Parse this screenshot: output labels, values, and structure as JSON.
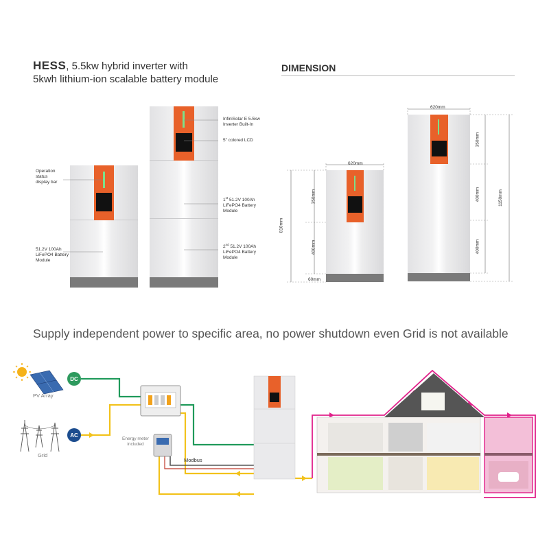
{
  "header": {
    "brand": "HESS",
    "line1": ", 5.5kw hybrid inverter with",
    "line2": "5kwh lithium-ion scalable battery module",
    "dimension_title": "DIMENSION"
  },
  "callouts": {
    "operation": [
      "Operation",
      "status",
      "display bar"
    ],
    "inverter": [
      "InfiniSolar E 5.5kw",
      "Inverter Built-In"
    ],
    "lcd": "5\" colored LCD",
    "battery_single": [
      "51.2V 100Ah",
      "LiFePO4 Battery",
      "Module"
    ],
    "battery_1st": {
      "ord": "1",
      "sup": "st",
      "rest": " 51.2V 100Ah",
      "l2": "LiFePO4 Battery",
      "l3": "Module"
    },
    "battery_2nd": {
      "ord": "2",
      "sup": "nd",
      "rest": " 51.2V 100Ah",
      "l2": "LiFePO4 Battery",
      "l3": "Module"
    }
  },
  "dimensions": {
    "small_width": "620mm",
    "small_total": "810mm",
    "small_top": "350mm",
    "small_mid": "400mm",
    "base": "60mm",
    "large_width": "620mm",
    "large_top": "350mm",
    "large_mid1": "400mm",
    "large_mid2": "400mm",
    "large_total": "1150mm"
  },
  "supply_text": "Supply independent power to specific area, no power shutdown even Grid is not available",
  "system": {
    "pv_label": "PV Array",
    "dc": "DC",
    "grid_label": "Grid",
    "ac": "AC",
    "meter": [
      "Energy meter",
      "included"
    ],
    "modbus": "Modbus"
  },
  "colors": {
    "orange": "#e8612a",
    "green_line": "#1f9a5a",
    "yellow_line": "#f2c21b",
    "magenta_line": "#e0208a",
    "dc_badge": "#2e9a5e",
    "ac_badge": "#1c4d8f"
  }
}
